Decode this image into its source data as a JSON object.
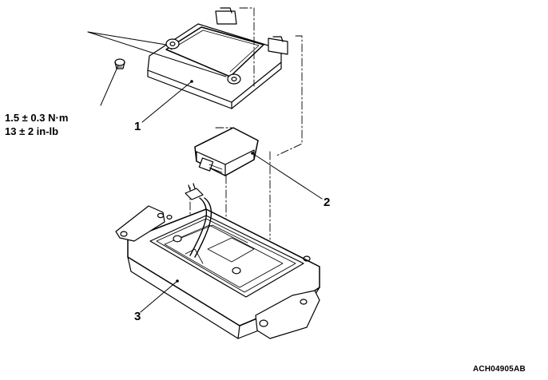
{
  "torque": {
    "metric": "1.5 ± 0.3 N·m",
    "imperial": "13 ± 2 in-lb"
  },
  "callouts": {
    "c1": "1",
    "c2": "2",
    "c3": "3"
  },
  "figure_code": "ACH04905AB"
}
